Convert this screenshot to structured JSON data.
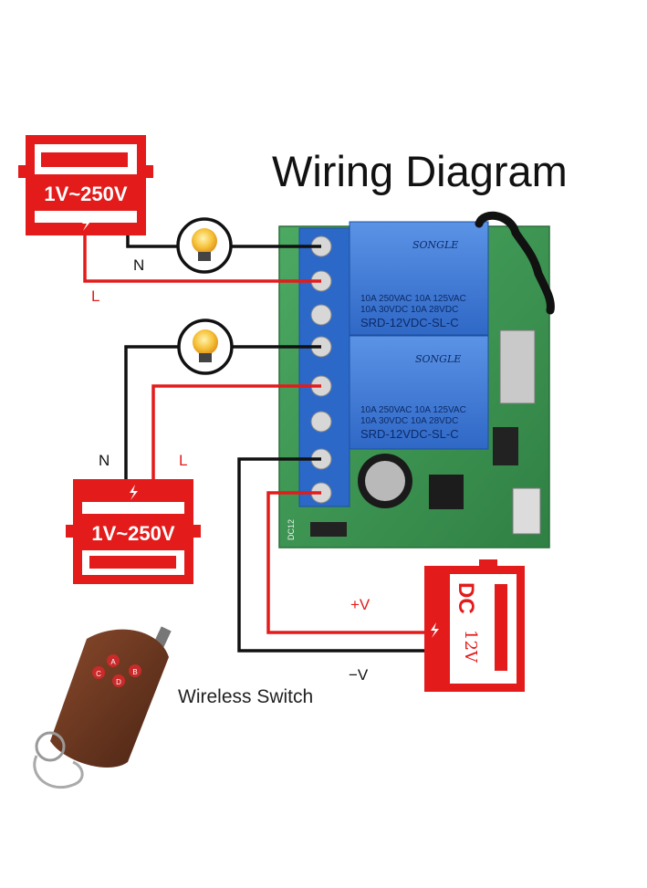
{
  "title": "Wiring Diagram",
  "supply_top": {
    "voltage": "1V~250V"
  },
  "supply_bottom": {
    "voltage": "1V~250V"
  },
  "wire_labels": {
    "n_top": "N",
    "l_top": "L",
    "n_bottom": "N",
    "l_bottom": "L",
    "plus_v": "+V",
    "minus_v": "−V"
  },
  "dc_supply": {
    "label": "DC",
    "voltage": "12V"
  },
  "relay": {
    "brand": "SONGLE",
    "rating_1": "10A 250VAC  10A 125VAC",
    "rating_2": "10A  30VDC  10A  28VDC",
    "model": "SRD-12VDC-SL-C"
  },
  "board": {
    "dc_label": "DC12"
  },
  "remote": {
    "buttons": [
      "A",
      "B",
      "C",
      "D"
    ]
  },
  "wireless_label": "Wireless Switch",
  "colors": {
    "red": "#e31b1b",
    "board_green": "#3f9a53",
    "terminal_blue": "#2b68c8",
    "relay_blue": "#3a78d8"
  }
}
